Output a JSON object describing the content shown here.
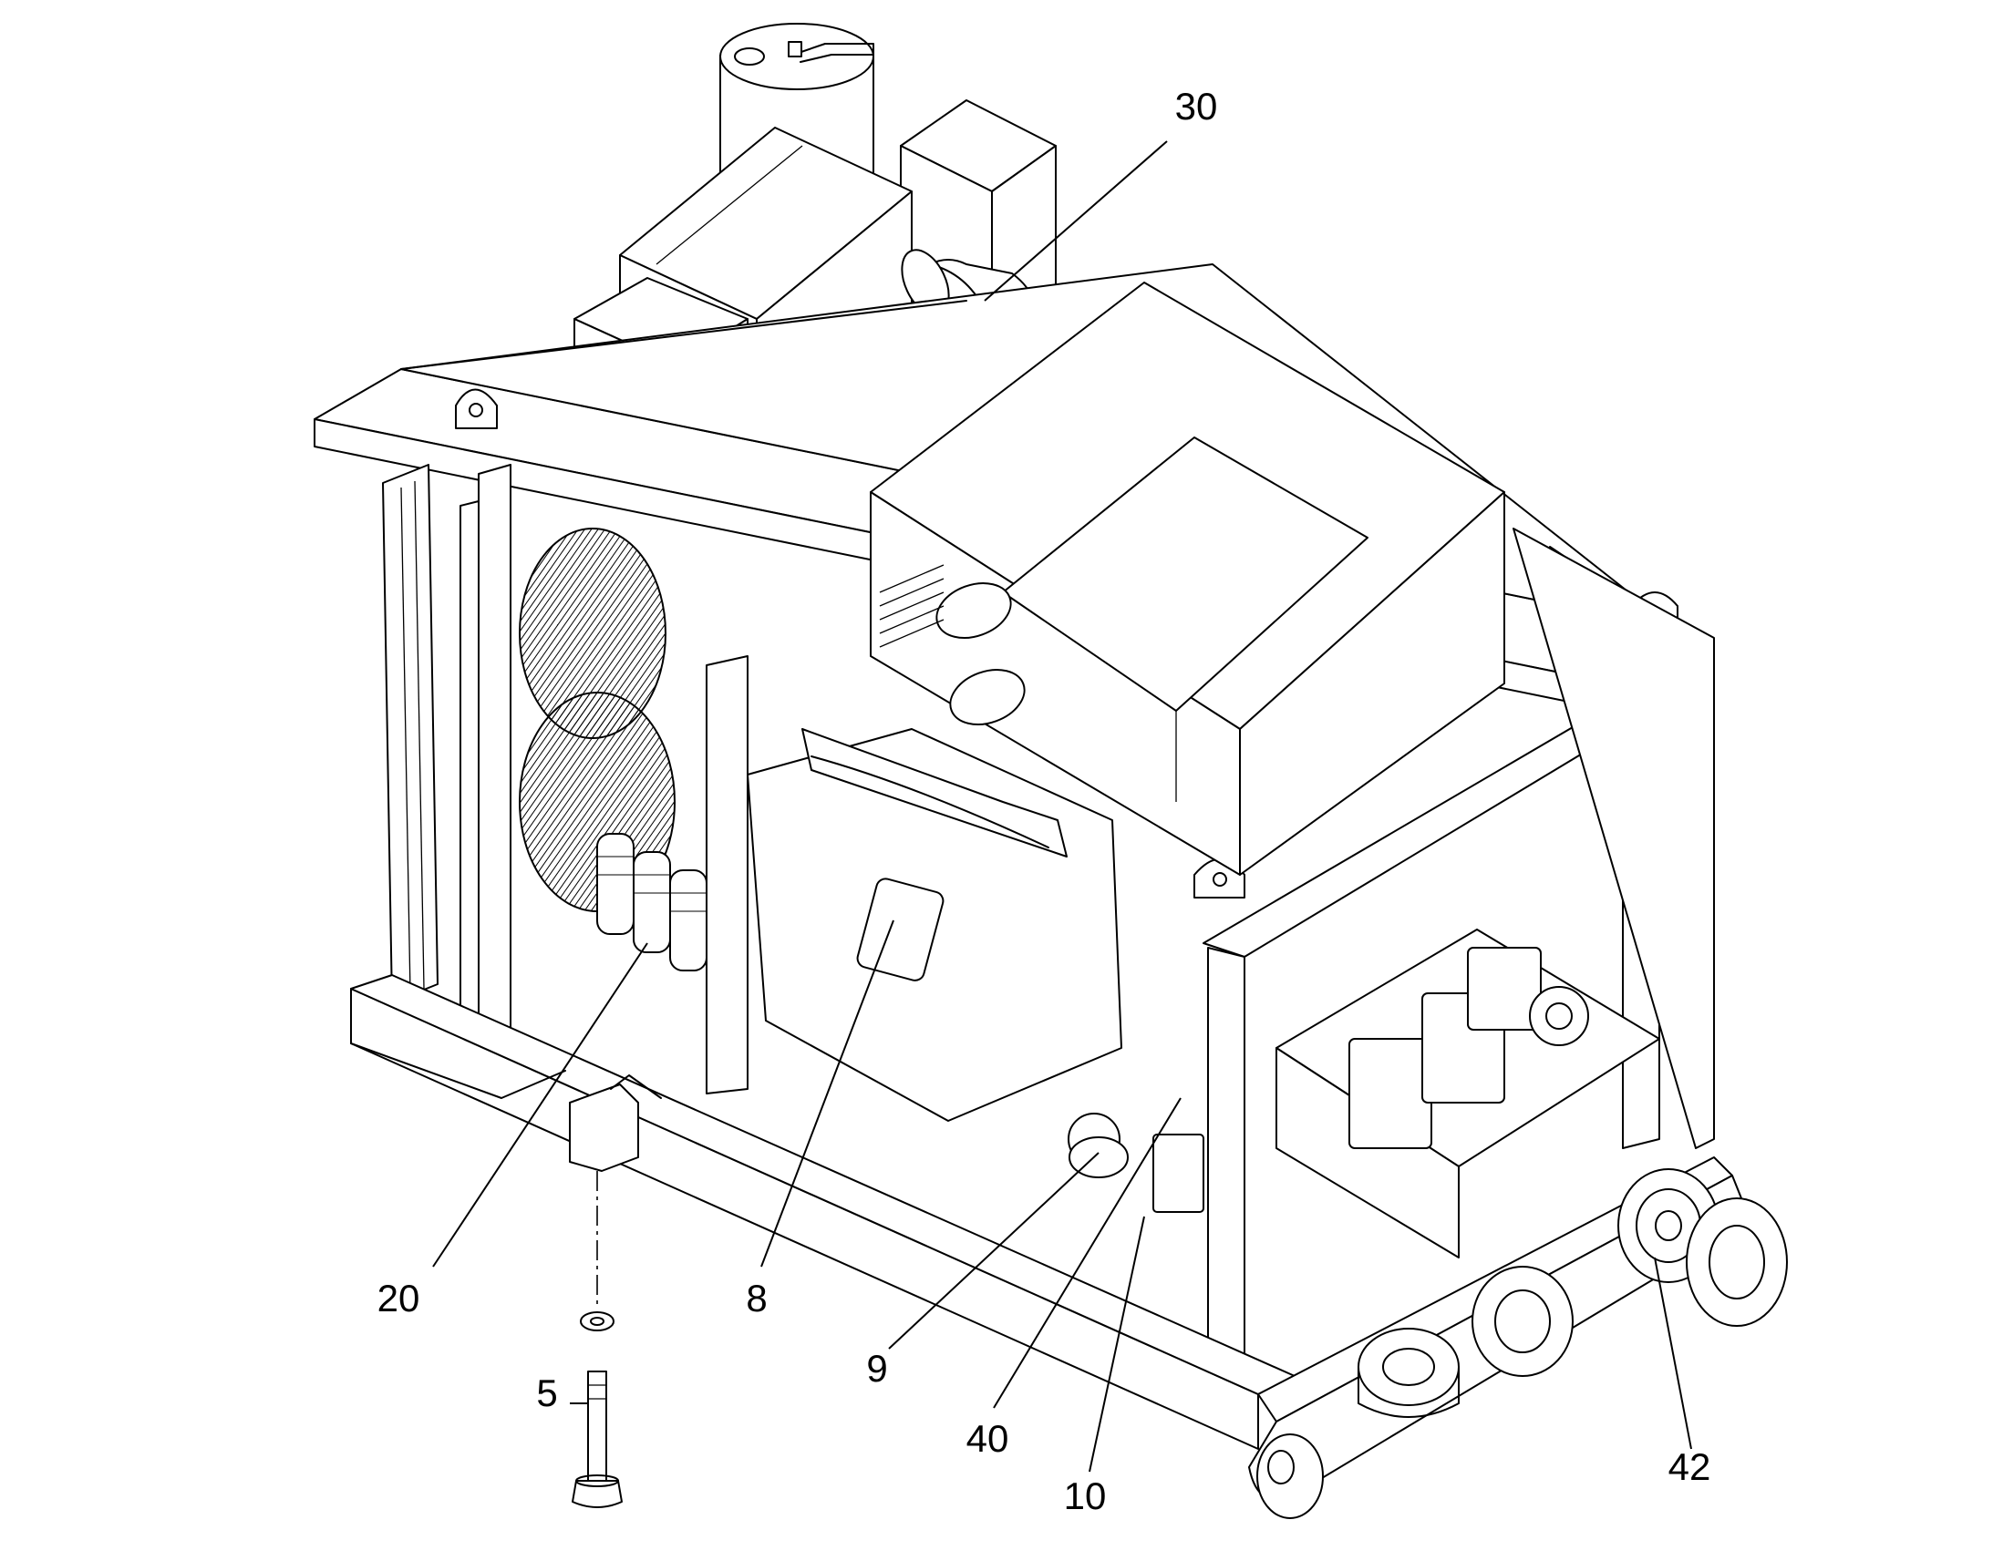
{
  "figure": {
    "type": "exploded-parts-drawing",
    "line_color": "#000000",
    "background": "#ffffff"
  },
  "callouts": [
    {
      "id": "c30",
      "label": "30"
    },
    {
      "id": "c20",
      "label": "20"
    },
    {
      "id": "c8",
      "label": "8"
    },
    {
      "id": "c9",
      "label": "9"
    },
    {
      "id": "c40",
      "label": "40"
    },
    {
      "id": "c10",
      "label": "10"
    },
    {
      "id": "c42",
      "label": "42"
    },
    {
      "id": "c5",
      "label": "5"
    }
  ]
}
